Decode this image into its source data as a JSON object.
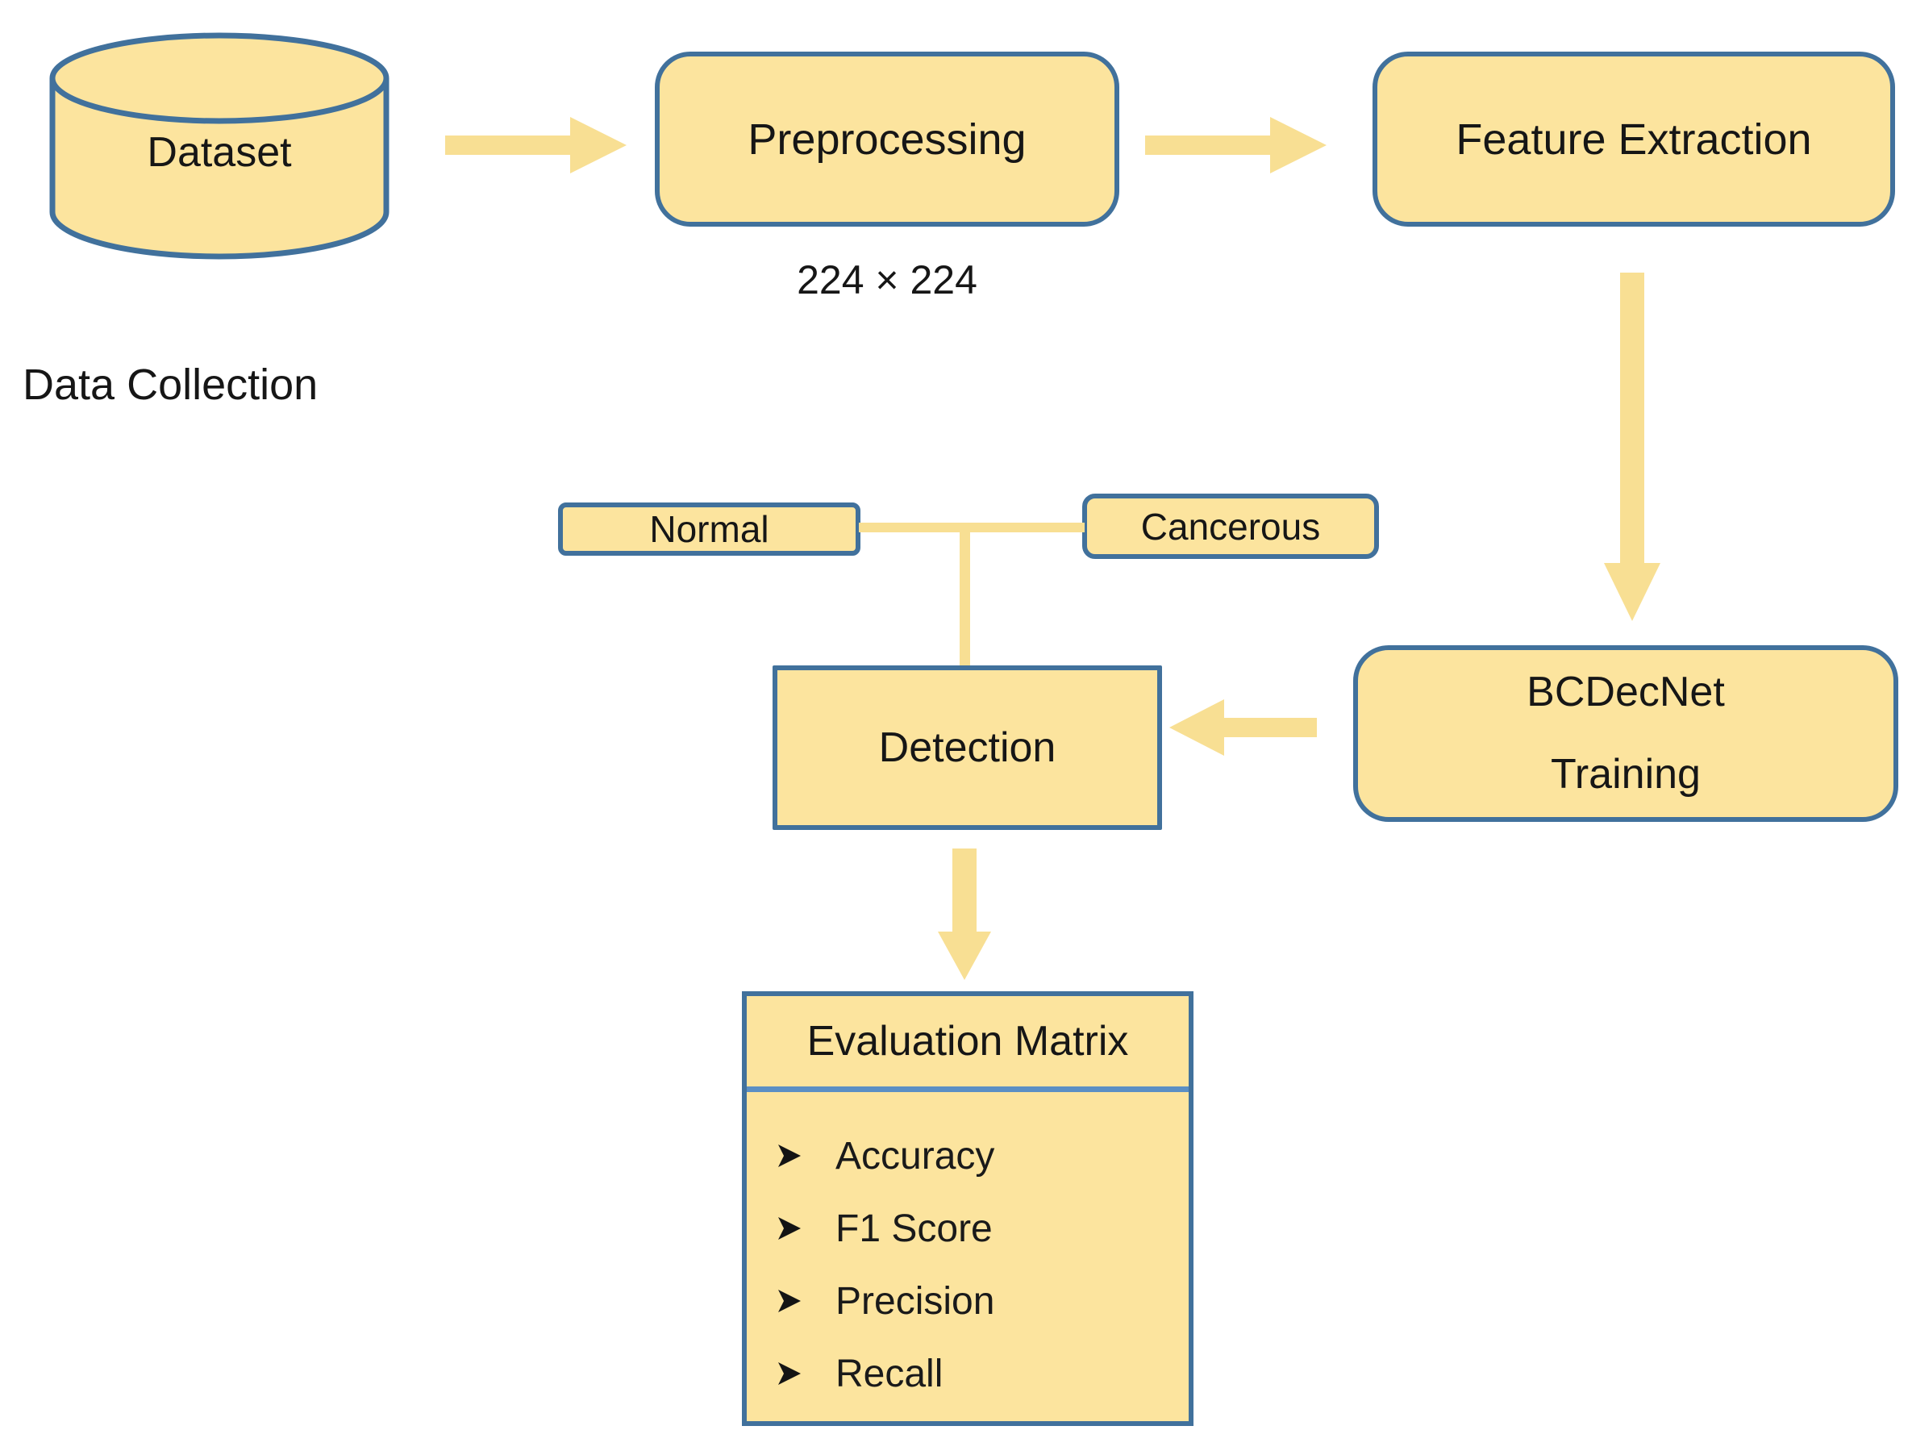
{
  "diagram": {
    "title": "Breast cancer detection pipeline flowchart",
    "colors": {
      "background": "#ffffff",
      "node_fill": "#FCE49E",
      "node_border": "#41719C",
      "arrow": "#F8DF93",
      "separator": "#5B8FC4",
      "text": "#161616"
    },
    "nodes": {
      "dataset": {
        "label": "Dataset",
        "shape": "cylinder"
      },
      "data_collection": {
        "label": "Data Collection"
      },
      "preprocessing": {
        "label": "Preprocessing",
        "note": "224 × 224"
      },
      "feature_extraction": {
        "label": "Feature Extraction"
      },
      "normal": {
        "label": "Normal"
      },
      "cancerous": {
        "label": "Cancerous"
      },
      "detection": {
        "label": "Detection"
      },
      "bcdecnet": {
        "line1": "BCDecNet",
        "line2": "Training"
      },
      "evaluation": {
        "header": "Evaluation Matrix",
        "items": [
          "Accuracy",
          "F1 Score",
          "Precision",
          "Recall"
        ]
      }
    },
    "edges": [
      {
        "from": "dataset",
        "to": "preprocessing",
        "type": "block-arrow-right"
      },
      {
        "from": "preprocessing",
        "to": "feature_extraction",
        "type": "block-arrow-right"
      },
      {
        "from": "feature_extraction",
        "to": "bcdecnet",
        "type": "block-arrow-down"
      },
      {
        "from": "bcdecnet",
        "to": "detection",
        "type": "block-arrow-left"
      },
      {
        "from": "normal",
        "to": "detection",
        "type": "line"
      },
      {
        "from": "cancerous",
        "to": "detection",
        "type": "line"
      },
      {
        "from": "detection",
        "to": "evaluation",
        "type": "block-arrow-down"
      }
    ]
  }
}
